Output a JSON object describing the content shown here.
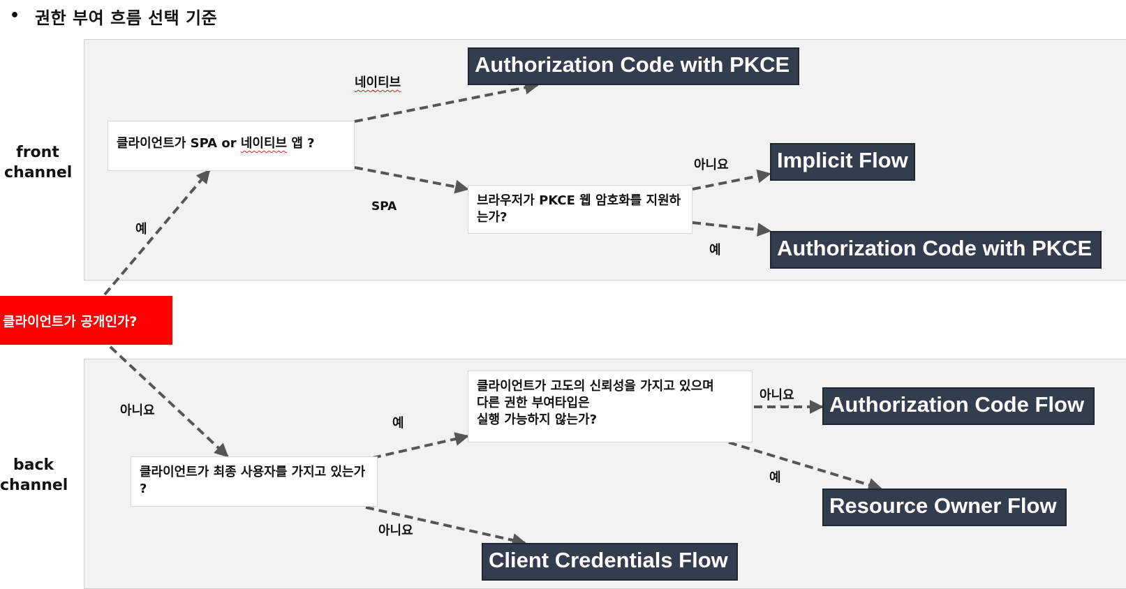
{
  "title": {
    "bullet": "•",
    "text": "권한 부여 흐름 선택 기준"
  },
  "channels": {
    "front": [
      "front",
      "channel"
    ],
    "back": [
      "back",
      "channel"
    ]
  },
  "root_question": "클라이언트가 공개인가?",
  "front": {
    "q_spa_prefix": "클라이언트가 SPA or ",
    "q_spa_native": "네이티브",
    "q_spa_suffix": " 앱 ?",
    "q_browser": "브라우저가 PKCE 웹 암호화를 지원하는가?",
    "label_native": "네이티브",
    "label_spa": "SPA",
    "label_no": "아니요",
    "label_yes": "예",
    "result_pkce_native": "Authorization Code with PKCE",
    "result_implicit": "Implicit Flow",
    "result_pkce_spa": "Authorization Code with PKCE"
  },
  "root_labels": {
    "yes": "예",
    "no": "아니요"
  },
  "back": {
    "q_enduser": "클라이언트가 최종 사용자를 가지고 있는가 ?",
    "q_trust_lines": [
      "클라이언트가 고도의 신뢰성을 가지고 있으며",
      "다른 권한 부여타입은",
      "실행 가능하지 않는가?"
    ],
    "label_yes_enduser": "예",
    "label_no_enduser": "아니요",
    "label_no_trust": "아니요",
    "label_yes_trust": "예",
    "result_authcode": "Authorization Code Flow",
    "result_owner": "Resource Owner Flow",
    "result_client": "Client Credentials Flow"
  },
  "colors": {
    "root_bg": "#ff0000",
    "result_bg": "#333d4d",
    "panel_bg": "#f2f2f2",
    "arrow": "#555555"
  }
}
